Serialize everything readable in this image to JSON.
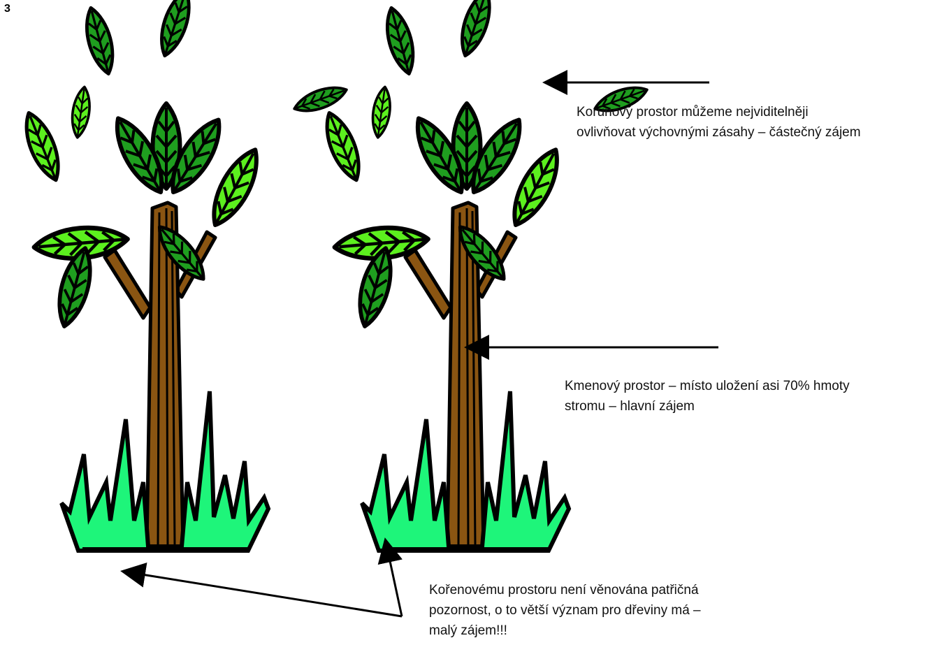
{
  "page_number": "3",
  "crown_label": {
    "lines": [
      "Korunový prostor můžeme nejviditelněji",
      "ovlivňovat výchovnými zásahy – částečný zájem"
    ]
  },
  "trunk_label": {
    "lines": [
      "Kmenový prostor – místo uložení asi 70% hmoty",
      "stromu – hlavní zájem"
    ]
  },
  "root_label": {
    "lines": [
      "Kořenovému prostoru není věnována patřičná",
      "pozornost, o to větší význam pro dřeviny má –",
      "malý zájem!!!"
    ]
  },
  "colors": {
    "leaf_dark": "#1f9e1f",
    "leaf_light": "#5cf01e",
    "trunk": "#8a5512",
    "grass": "#1ef57a",
    "outline": "#000000"
  }
}
